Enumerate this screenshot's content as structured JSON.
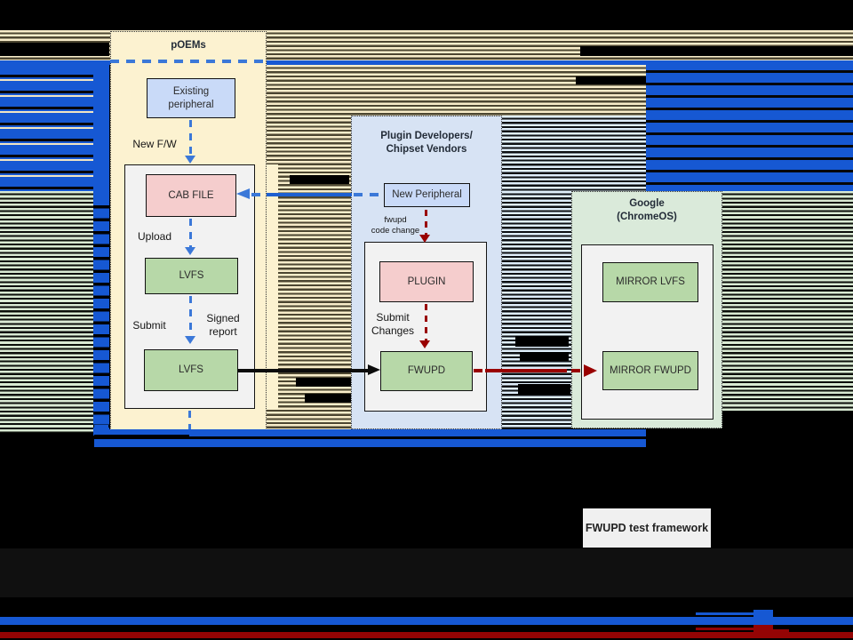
{
  "panels": {
    "poems": {
      "title": "pOEMs",
      "existing_peripheral_line1": "Existing",
      "existing_peripheral_line2": "peripheral",
      "label_new_fw": "New F/W",
      "box_cab_file": "CAB FILE",
      "label_upload": "Upload",
      "box_lvfs_upper": "LVFS",
      "label_submit": "Submit",
      "label_signed_report_line1": "Signed",
      "label_signed_report_line2": "report",
      "box_lvfs_lower": "LVFS"
    },
    "plugin_developers": {
      "title_line1": "Plugin Developers/",
      "title_line2": "Chipset Vendors",
      "box_new_peripheral": "New Peripheral",
      "label_fwupd_code_change_line1": "fwupd",
      "label_fwupd_code_change_line2": "code change",
      "box_plugin": "PLUGIN",
      "label_submit_changes_line1": "Submit",
      "label_submit_changes_line2": "Changes",
      "box_fwupd": "FWUPD"
    },
    "google": {
      "title_line1": "Google",
      "title_line2": "(ChromeOS)",
      "box_mirror_lvfs": "MIRROR LVFS",
      "box_mirror_fwupd": "MIRROR FWUPD"
    }
  },
  "footer": {
    "fwupd_test_framework": "FWUPD test framework"
  },
  "colors": {
    "glitch_blue": "#1658d3",
    "arrow_blue": "#3b78d8",
    "arrow_red": "#990000",
    "bottom_red_bar": "#940404",
    "panel_cream": "#fcf2d0",
    "panel_lightblue": "#d7e3f4",
    "panel_green": "#daeada",
    "box_blue": "#c9daf8",
    "box_pink": "#f5cdcd",
    "box_green": "#b7d8a8"
  }
}
